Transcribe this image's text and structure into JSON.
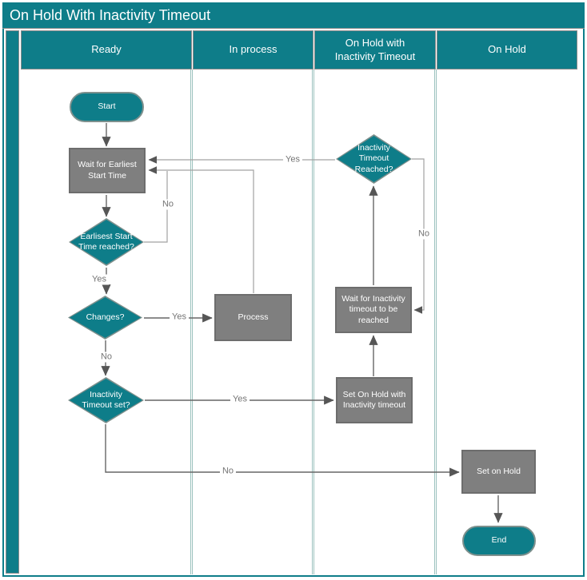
{
  "title": "On Hold With Inactivity Timeout",
  "lanes": [
    {
      "label": "Ready"
    },
    {
      "label": "In process"
    },
    {
      "label": "On Hold with Inactivity Timeout"
    },
    {
      "label": "On Hold"
    }
  ],
  "nodes": {
    "start": {
      "label": "Start",
      "type": "start"
    },
    "wait_earliest": {
      "label": "Wait for Earliest Start Time",
      "type": "process"
    },
    "earliest_reached": {
      "label": "Earlisest Start Time reached?",
      "type": "decision"
    },
    "changes": {
      "label": "Changes?",
      "type": "decision"
    },
    "inactivity_set": {
      "label": "Inactivity Timeout set?",
      "type": "decision"
    },
    "process": {
      "label": "Process",
      "type": "process"
    },
    "inactivity_reached": {
      "label": "Inactivity Timeout Reached?",
      "type": "decision"
    },
    "wait_inactivity": {
      "label": "Wait for Inactivity timeout to be reached",
      "type": "process"
    },
    "set_on_hold_with_timeout": {
      "label": "Set On Hold with Inactivity timeout",
      "type": "process"
    },
    "set_on_hold": {
      "label": "Set on Hold",
      "type": "process"
    },
    "end": {
      "label": "End",
      "type": "end"
    }
  },
  "edge_labels": {
    "yes": "Yes",
    "no": "No"
  },
  "colors": {
    "teal": "#0e7d89",
    "shape_gray": "#7f7f7f",
    "lane_separator": "#9cc2be",
    "connector_dark": "#666666",
    "connector_light": "#a2a2a2",
    "label_text": "#757575"
  }
}
